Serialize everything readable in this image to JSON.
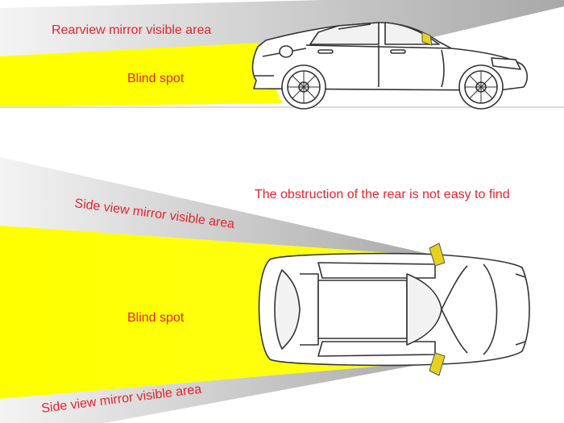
{
  "colors": {
    "blind_spot": "#ffff00",
    "visible_area": "#c2c2c2",
    "label_text": "#e8232b",
    "mirror": "#e6d21e",
    "car_line": "#333333"
  },
  "icons": {
    "top_diagram": "car-side-view-icon",
    "bottom_diagram": "car-top-view-icon"
  },
  "top": {
    "rearview_label": "Rearview mirror visible area",
    "blind_spot_label": "Blind spot"
  },
  "bottom": {
    "obstruction_label": "The obstruction of the rear is not easy to find",
    "side_mirror_top_label": "Side view mirror visible area",
    "blind_spot_label": "Blind spot",
    "side_mirror_bottom_label": "Side view mirror visible area"
  }
}
